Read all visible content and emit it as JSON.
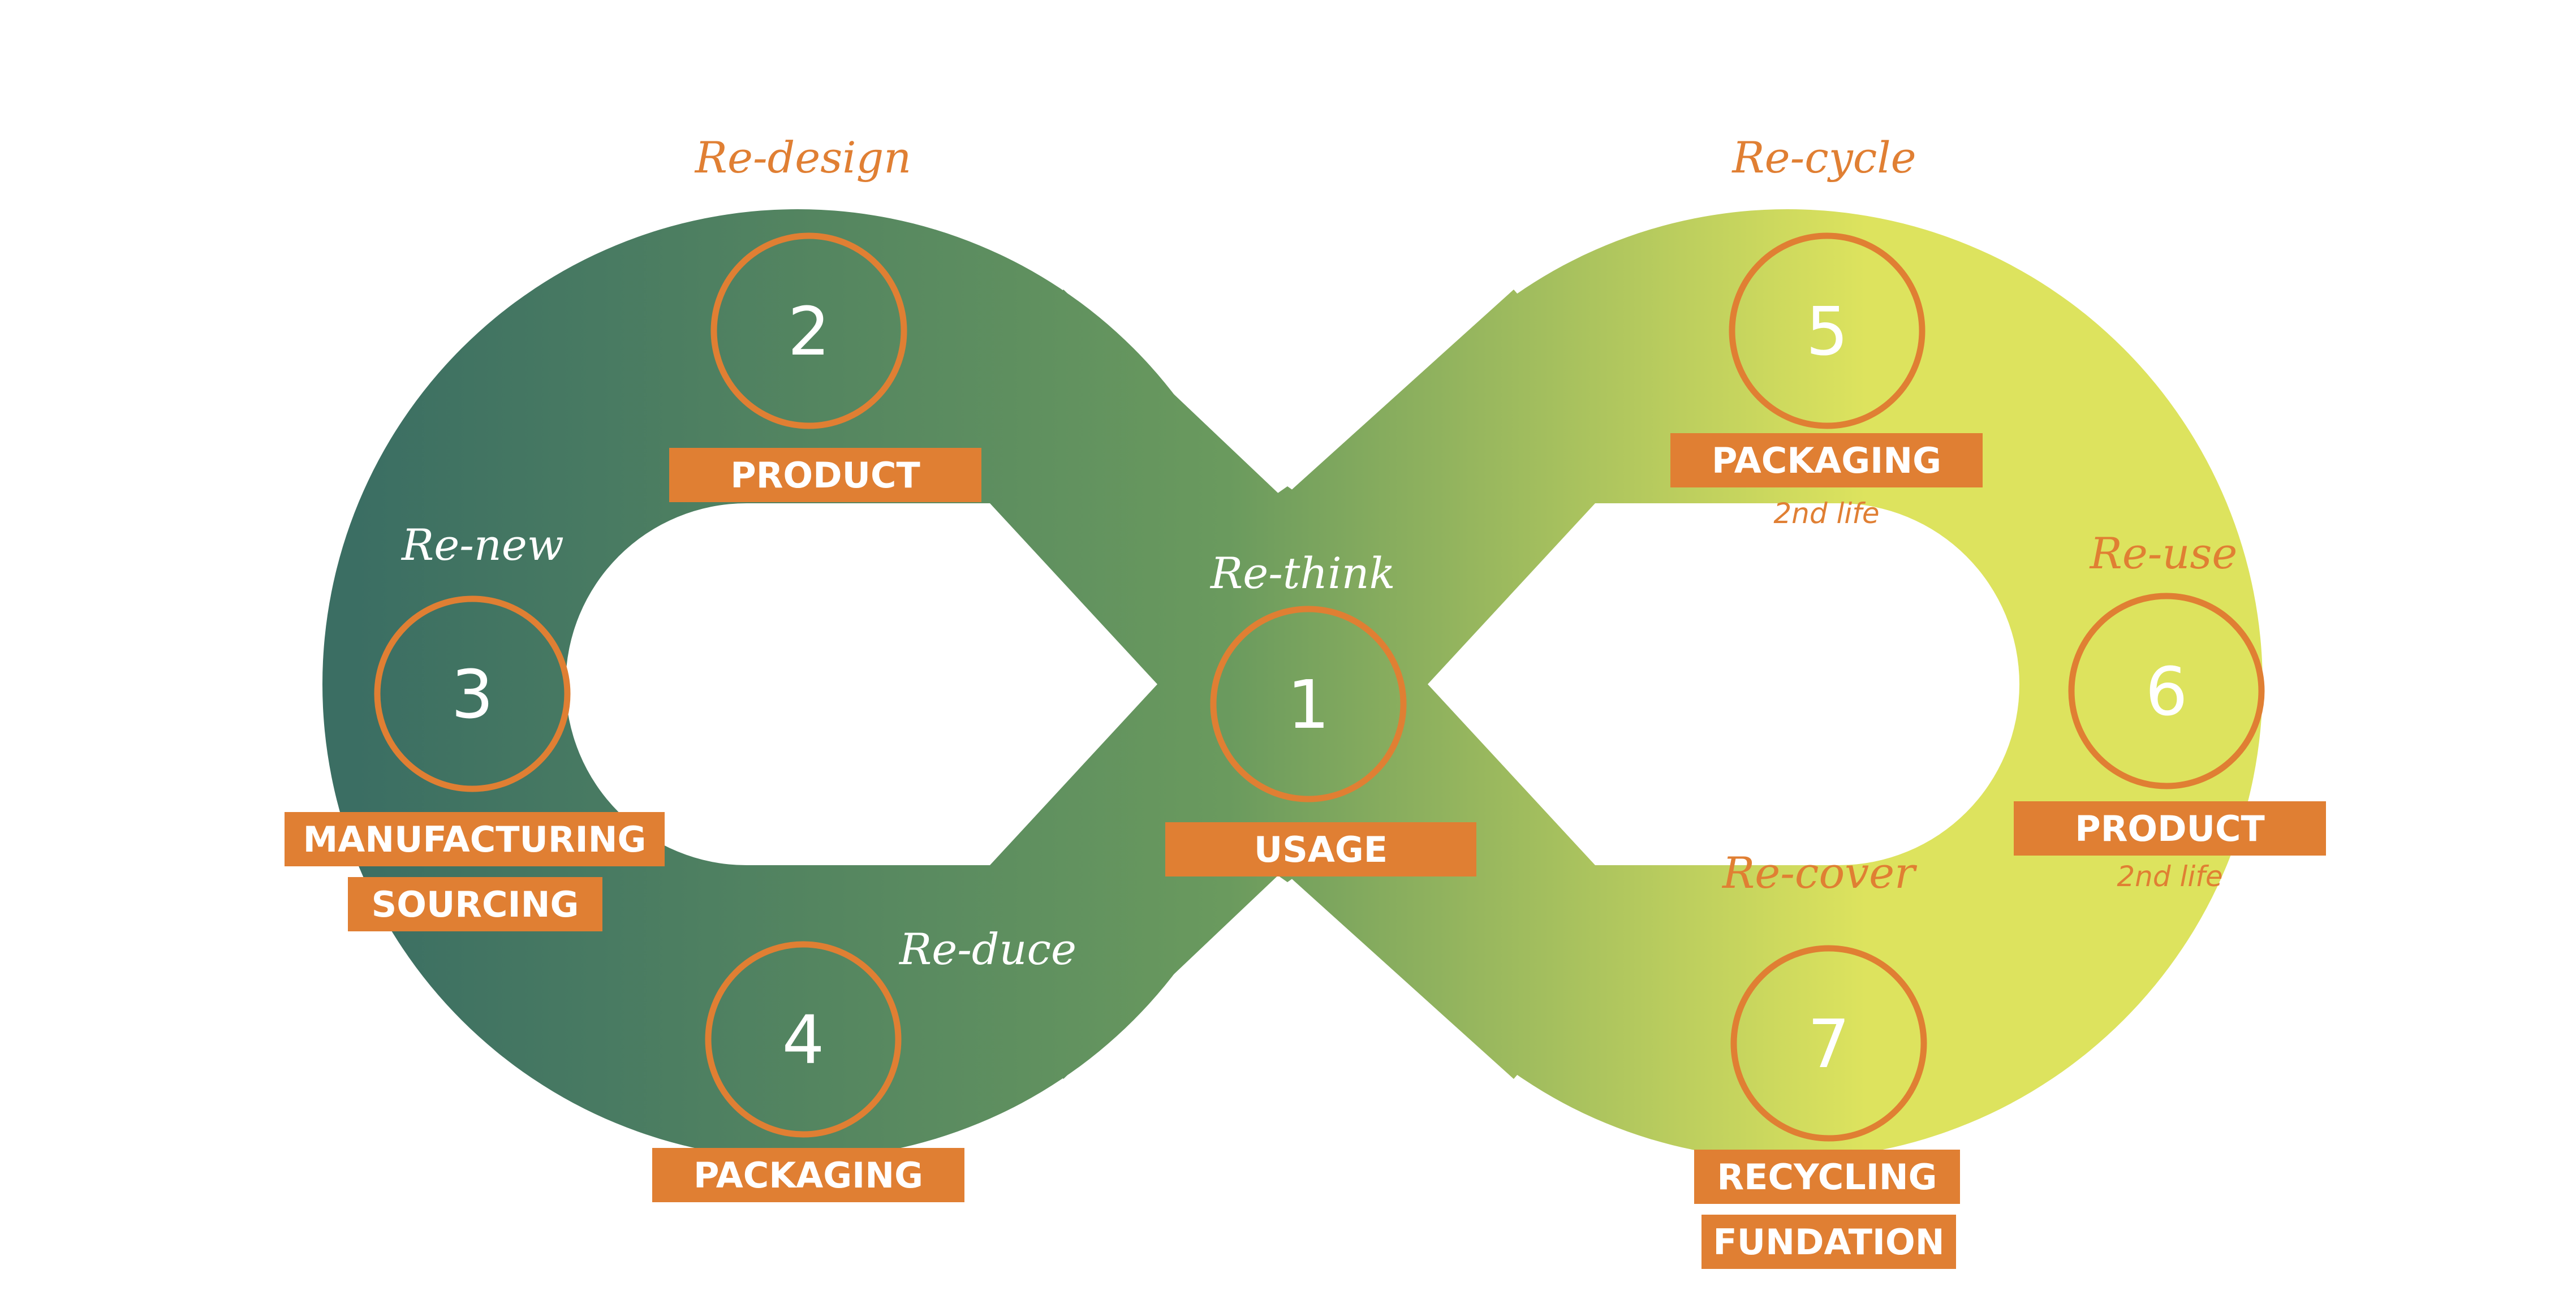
{
  "colors": {
    "gradient_start": "#3b6e63",
    "gradient_mid": "#6a9a5e",
    "gradient_end": "#dde35e",
    "accent": "#e07f33",
    "circle_text": "#ffffff",
    "script_orange": "#e07f33",
    "script_white": "#ffffff",
    "box_text": "#ffffff"
  },
  "steps": [
    {
      "number": "1",
      "verb": "Re-think",
      "labels": [
        "USAGE"
      ],
      "sub": ""
    },
    {
      "number": "2",
      "verb": "Re-design",
      "labels": [
        "PRODUCT"
      ],
      "sub": ""
    },
    {
      "number": "3",
      "verb": "Re-new",
      "labels": [
        "MANUFACTURING",
        "SOURCING"
      ],
      "sub": ""
    },
    {
      "number": "4",
      "verb": "Re-duce",
      "labels": [
        "PACKAGING"
      ],
      "sub": ""
    },
    {
      "number": "5",
      "verb": "Re-cycle",
      "labels": [
        "PACKAGING"
      ],
      "sub": "2nd life"
    },
    {
      "number": "6",
      "verb": "Re-use",
      "labels": [
        "PRODUCT"
      ],
      "sub": "2nd life"
    },
    {
      "number": "7",
      "verb": "Re-cover",
      "labels": [
        "RECYCLING",
        "FUNDATION"
      ],
      "sub": ""
    }
  ]
}
